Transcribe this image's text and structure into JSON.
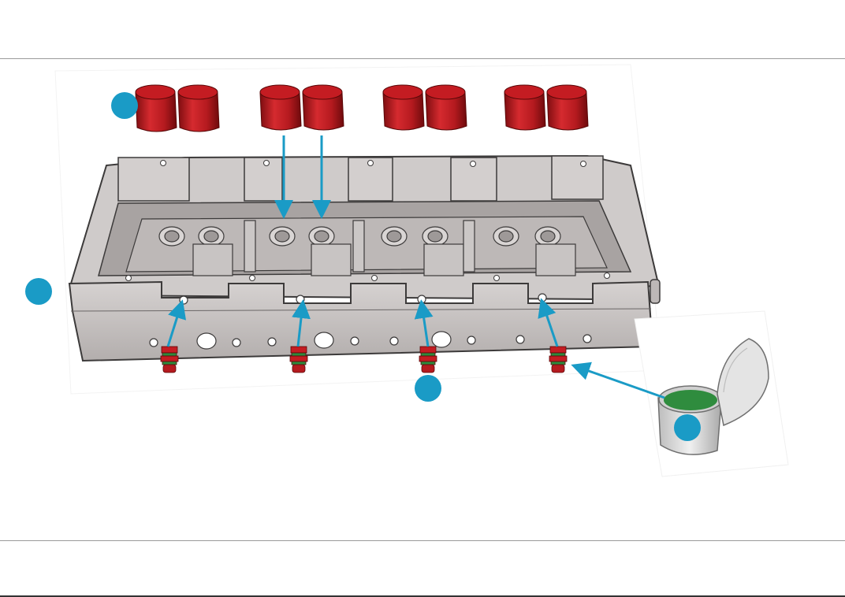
{
  "colors": {
    "accent": "#1a9bc6",
    "cap_red": "#c81e24",
    "cap_dark": "#7e0d10",
    "body_gray": "#c9c5c4",
    "body_dark": "#8f8a89",
    "seal_green": "#2e8a3c",
    "grease_green": "#2f8c3e",
    "tin_gray": "#d4d4d4",
    "rule": "#9a9a9a"
  },
  "callouts": [
    {
      "id": "caps",
      "label": ""
    },
    {
      "id": "cylinder-head",
      "label": ""
    },
    {
      "id": "plugs",
      "label": ""
    },
    {
      "id": "grease",
      "label": ""
    }
  ],
  "parts": {
    "cap_pairs": 4,
    "plugs": 4
  }
}
